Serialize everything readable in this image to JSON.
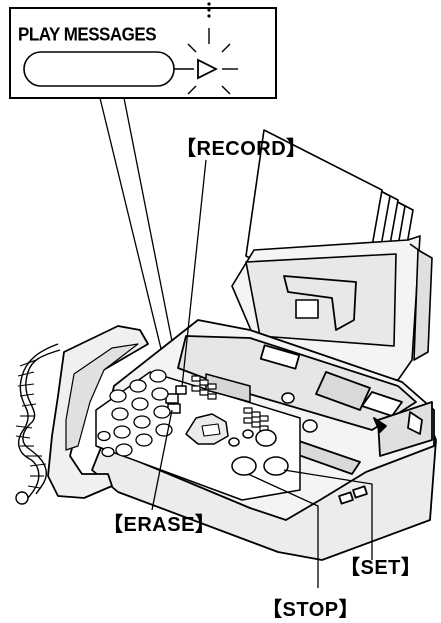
{
  "callouts": {
    "play_messages": "PLAY MESSAGES",
    "record": "【RECORD】",
    "erase": "【ERASE】",
    "set": "【SET】",
    "stop": "【STOP】"
  },
  "icons": {
    "play_indicator": "triangle-play-icon",
    "flash_rays": "blinking-light-icon"
  },
  "colors": {
    "line": "#000000",
    "device_fill": "#f4f4f4",
    "shade": "#d9d9d9",
    "background": "#ffffff"
  }
}
